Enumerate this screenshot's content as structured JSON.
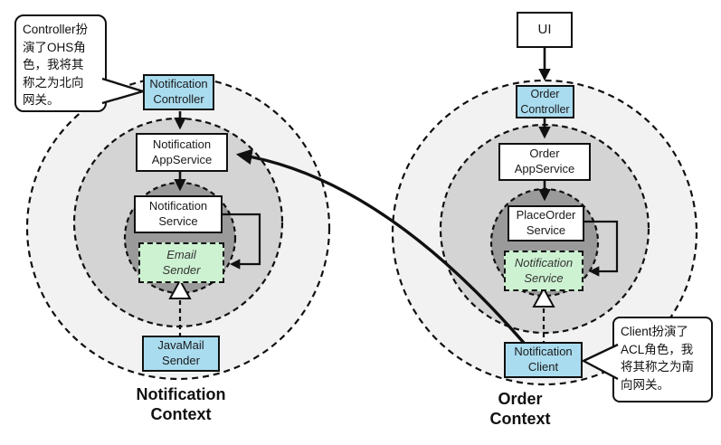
{
  "diagram": {
    "left_context": {
      "label": "Notification\nContext",
      "callout_note": "Controller扮\n演了OHS角\n色，我将其\n称之为北向\n网关。",
      "boxes": {
        "controller": "Notification\nController",
        "app_service": "Notification\nAppService",
        "domain_service": "Notification\nService",
        "gateway_interface": "Email\nSender",
        "adapter": "JavaMail\nSender"
      }
    },
    "right_context": {
      "label": "Order\nContext",
      "callout_note": "Client扮演了\nACL角色，我\n将其称之为南\n向网关。",
      "ui_box": "UI",
      "boxes": {
        "controller": "Order\nController",
        "app_service": "Order\nAppService",
        "domain_service": "PlaceOrder\nService",
        "gateway_interface": "Notification\nService",
        "adapter": "Notification\nClient"
      }
    },
    "colors": {
      "box_blue": "#aadcf0",
      "box_green": "#cdf2d2",
      "ring_outer": "#f2f2f2",
      "ring_middle": "#d4d4d4",
      "ring_inner": "#9a9a9a",
      "line": "#101010"
    }
  }
}
